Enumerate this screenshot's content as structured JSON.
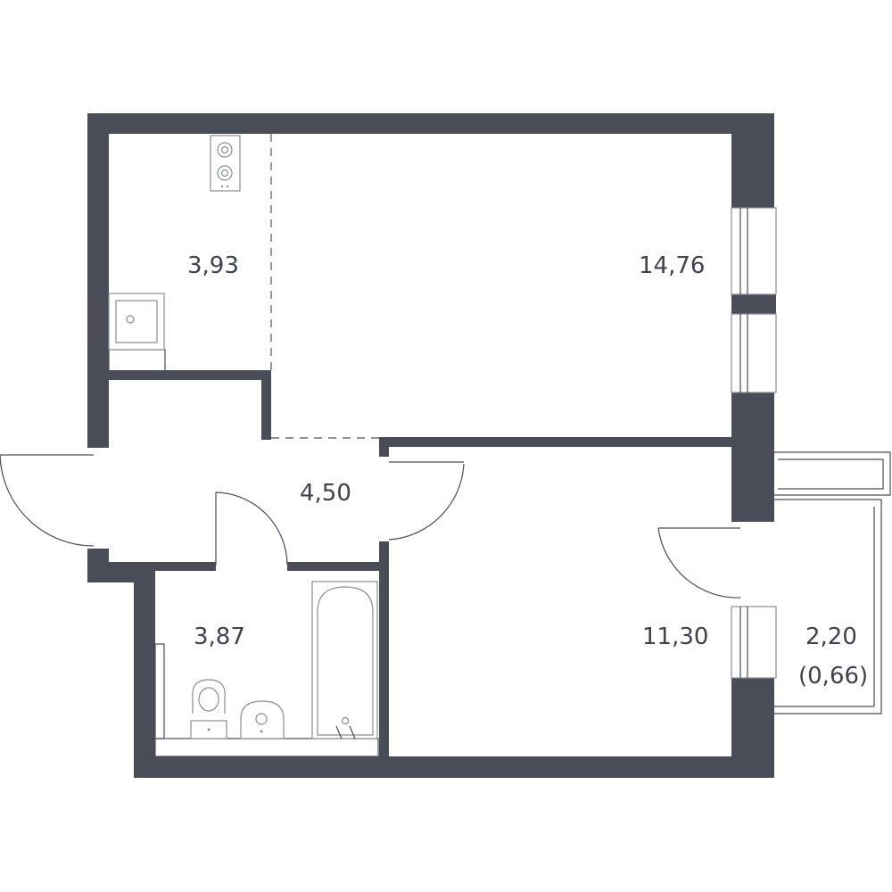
{
  "rooms": {
    "kitchen_area": "3,93",
    "living_room_area": "14,76",
    "hallway_area": "4,50",
    "bathroom_area": "3,87",
    "bedroom_area": "11,30",
    "balcony_area": "2,20",
    "balcony_reduced_area": "(0,66)"
  },
  "colors": {
    "wall": "#4a4d57",
    "background": "#ffffff",
    "fixture_stroke": "#8a8d96"
  },
  "icons": [
    "stove-icon",
    "sink-icon",
    "bathtub-icon",
    "toilet-icon",
    "washbasin-icon",
    "door-swing-icon",
    "window-icon"
  ]
}
